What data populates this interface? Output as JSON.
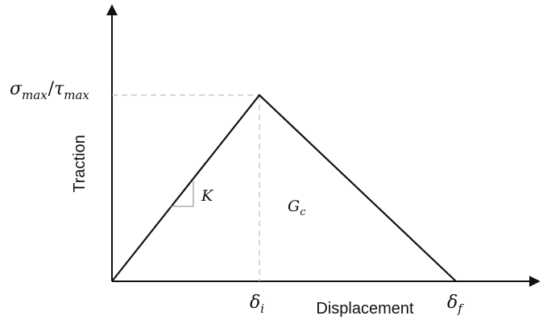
{
  "diagram": {
    "y_axis_title": "Traction",
    "x_axis_title": "Displacement",
    "peak_label": {
      "sigma": "σ",
      "sigma_sub": "max",
      "slash": "/",
      "tau": "τ",
      "tau_sub": "max"
    },
    "stiffness_label": "K",
    "energy_label": {
      "base": "G",
      "sub": "c"
    },
    "delta_i_label": {
      "base": "δ",
      "sub": "i"
    },
    "delta_f_label": {
      "base": "δ",
      "sub": "f"
    },
    "colors": {
      "line": "#111111",
      "dashed": "#bdbdbd",
      "slope_triangle": "#9a9a9a"
    }
  }
}
